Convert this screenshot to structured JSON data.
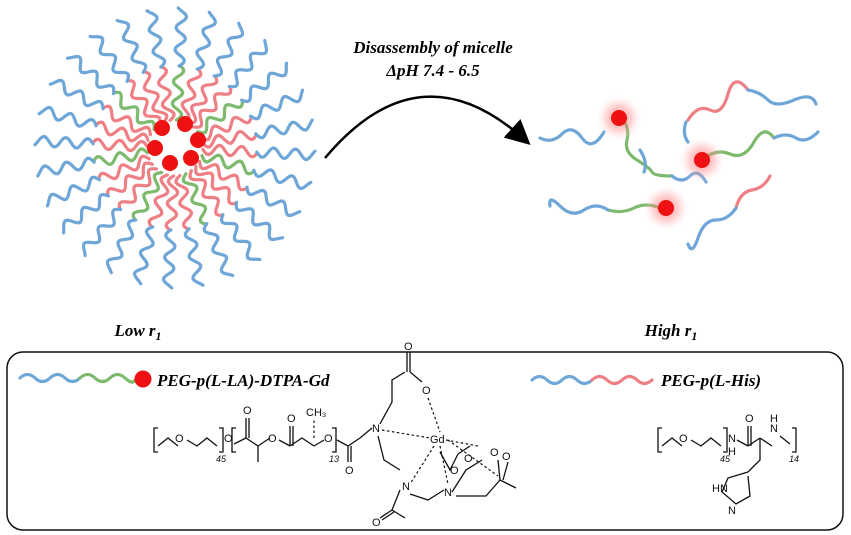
{
  "process": {
    "title": "Disassembly of micelle",
    "condition": "ΔpH 7.4 - 6.5"
  },
  "states": {
    "low": {
      "prefix": "Low r",
      "subscript": "1"
    },
    "high": {
      "prefix": "High r",
      "subscript": "1"
    }
  },
  "legend": {
    "item1_label": "PEG-p(L-LA)-DTPA-Gd",
    "item2_label": "PEG-p(L-His)"
  },
  "chem": {
    "oxygen": "O",
    "nitrogen": "N",
    "hydrogen": "H",
    "nitrogen_h": "HN",
    "methyl": "CH₃",
    "gadolinium": "Gd",
    "peg_repeat": "45",
    "lactide_repeat": "13",
    "his_repeat": "14"
  },
  "colors": {
    "peg": "#6fa6d8",
    "pla": "#7dba6e",
    "phis": "#ee7f84",
    "gd": "#ee1111"
  }
}
